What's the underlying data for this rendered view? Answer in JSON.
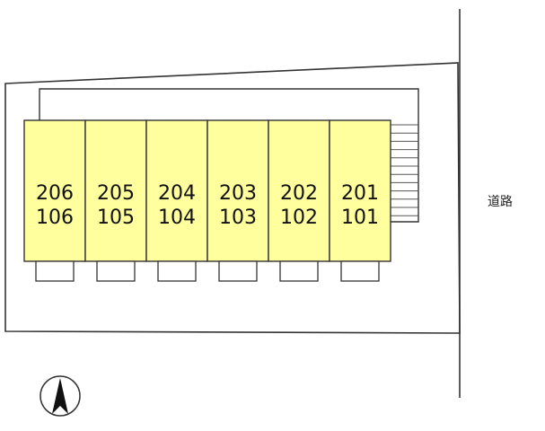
{
  "road": {
    "label": "道路"
  },
  "units": [
    {
      "upper": "206",
      "lower": "106"
    },
    {
      "upper": "205",
      "lower": "105"
    },
    {
      "upper": "204",
      "lower": "104"
    },
    {
      "upper": "203",
      "lower": "103"
    },
    {
      "upper": "202",
      "lower": "102"
    },
    {
      "upper": "201",
      "lower": "101"
    }
  ],
  "colors": {
    "unit_fill": "#ffff9e",
    "line": "#333333"
  },
  "icons": {
    "north": "north-arrow-icon",
    "stairs": "stairs-icon"
  }
}
